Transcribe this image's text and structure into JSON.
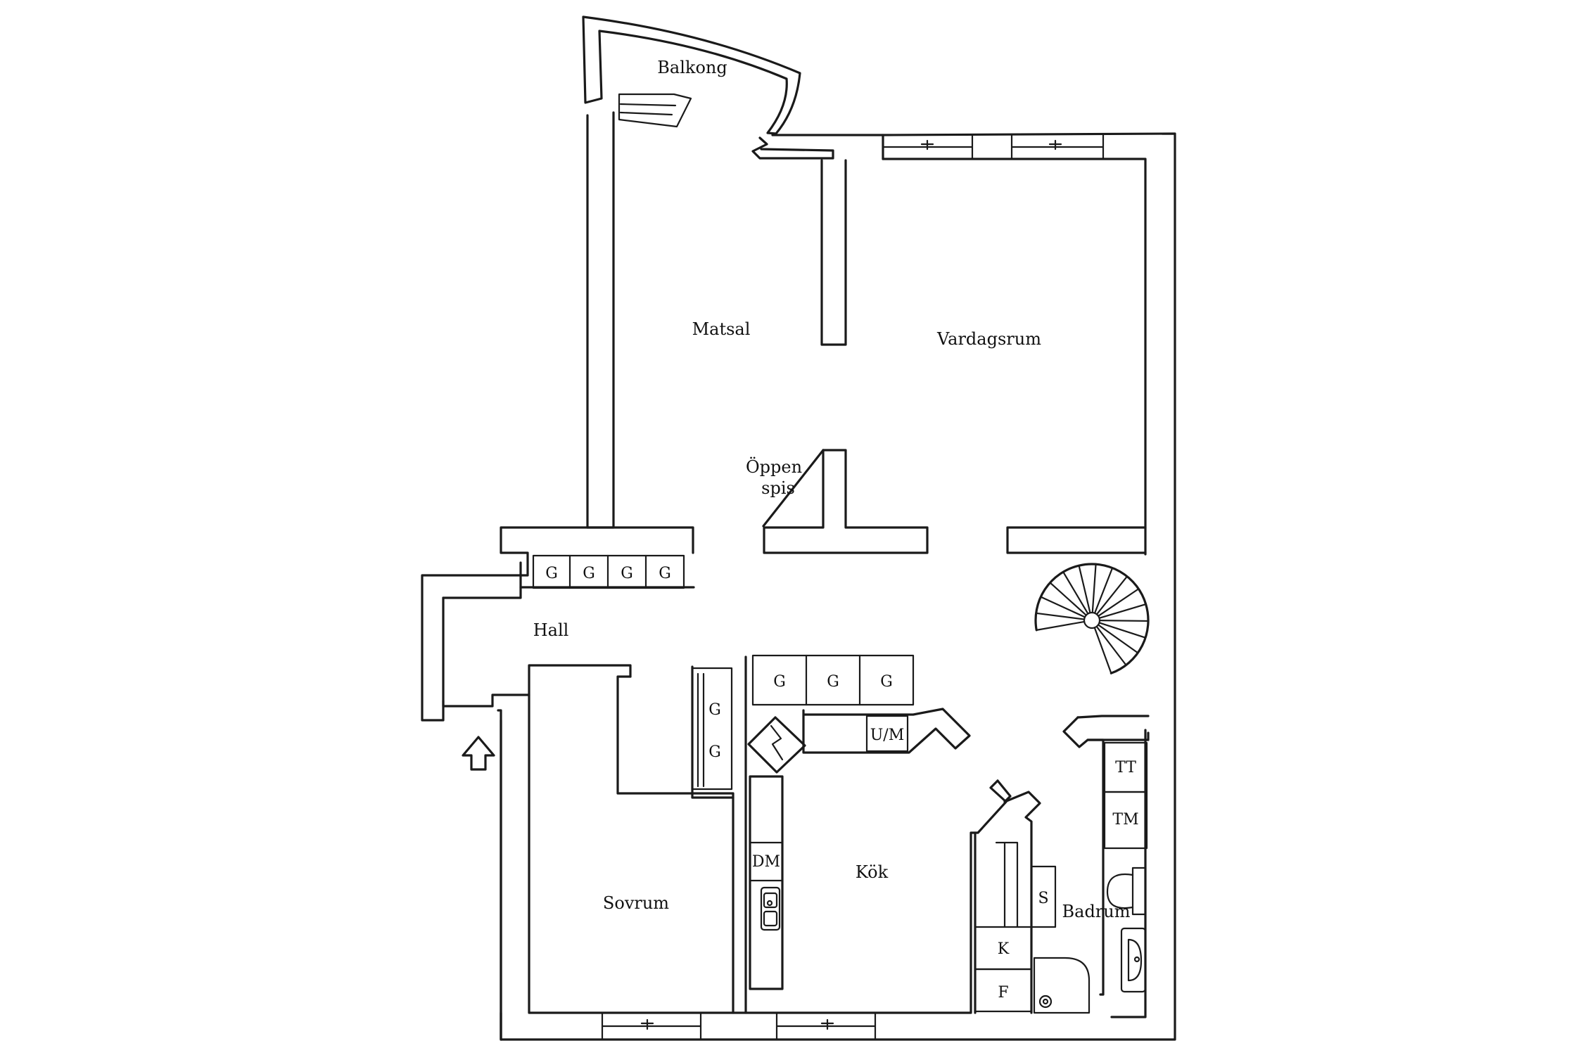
{
  "rooms": {
    "balkong": "Balkong",
    "matsal": "Matsal",
    "vardagsrum": "Vardagsrum",
    "fireplace_line1": "Öppen",
    "fireplace_line2": "spis",
    "hall": "Hall",
    "kok": "Kök",
    "sovrum": "Sovrum",
    "badrum": "Badrum"
  },
  "fixtures": {
    "hall_wardrobe": [
      "G",
      "G",
      "G",
      "G"
    ],
    "kitchen_wardrobe": [
      "G",
      "G",
      "G"
    ],
    "side_wardrobe": [
      "G",
      "G"
    ],
    "oven": "U/M",
    "dishwasher": "DM",
    "fridge": "K",
    "freezer": "F",
    "tumble_dryer": "TT",
    "washing_machine": "TM",
    "sink_cabinet": "S"
  },
  "symbols": {
    "entrance": "entrance-arrow-icon",
    "stairs": "spiral-staircase-icon",
    "toilet": "toilet-icon",
    "washbasin": "washbasin-icon",
    "shower": "shower-icon",
    "kitchen_sink": "kitchen-sink-icon",
    "stove": "stove-icon"
  },
  "colors": {
    "line": "#1a1a1a",
    "background": "#ffffff"
  }
}
